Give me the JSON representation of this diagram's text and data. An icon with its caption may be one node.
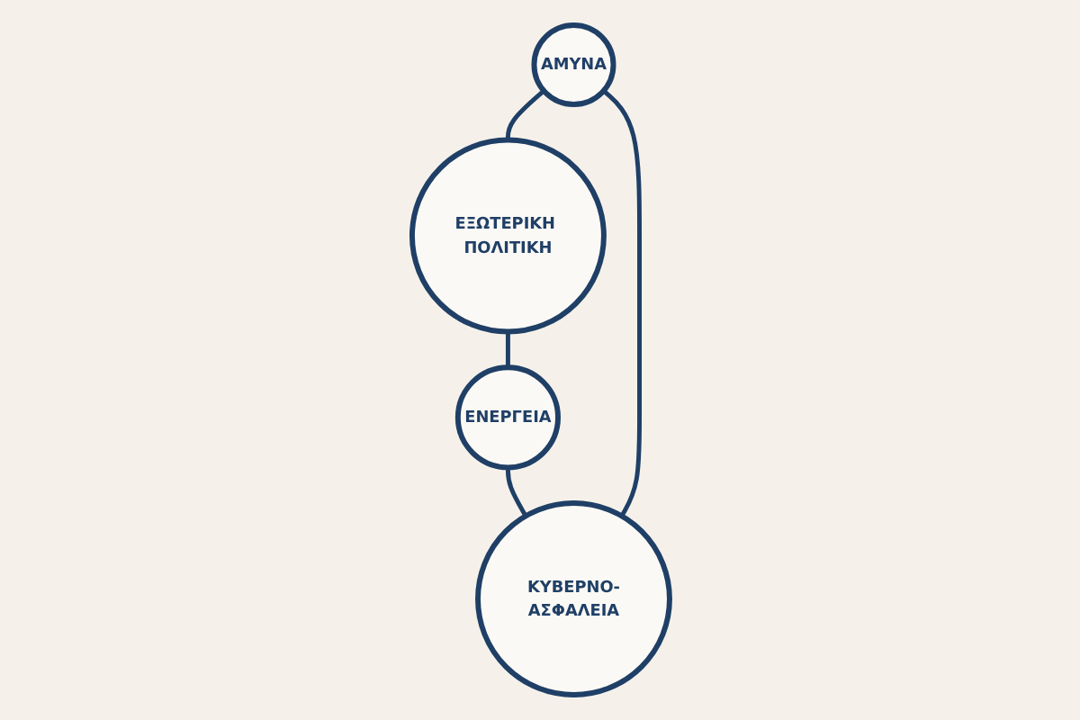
{
  "diagram": {
    "nodes": [
      {
        "text": [
          "ΑΜΥΝΑ"
        ]
      },
      {
        "text": [
          "ΕΞΩΤΕΡΙΚΗ ΠΟΛΙΤΙΚΗ"
        ]
      },
      {
        "text": [
          "ΕΝΕΡΓΕΙΑ"
        ]
      },
      {
        "text": [
          "ΚΥΒΕΡΝΟ-ΑΣΦΑΛΕΙΑ"
        ]
      }
    ],
    "edges": [
      {
        "from": 0,
        "to": 1,
        "arrow": "none"
      },
      {
        "from": 1,
        "to": 2,
        "arrow": "none"
      },
      {
        "from": 2,
        "to": 3,
        "arrow": "none"
      },
      {
        "from": 3,
        "to": 0,
        "arrow": "none"
      }
    ]
  }
}
